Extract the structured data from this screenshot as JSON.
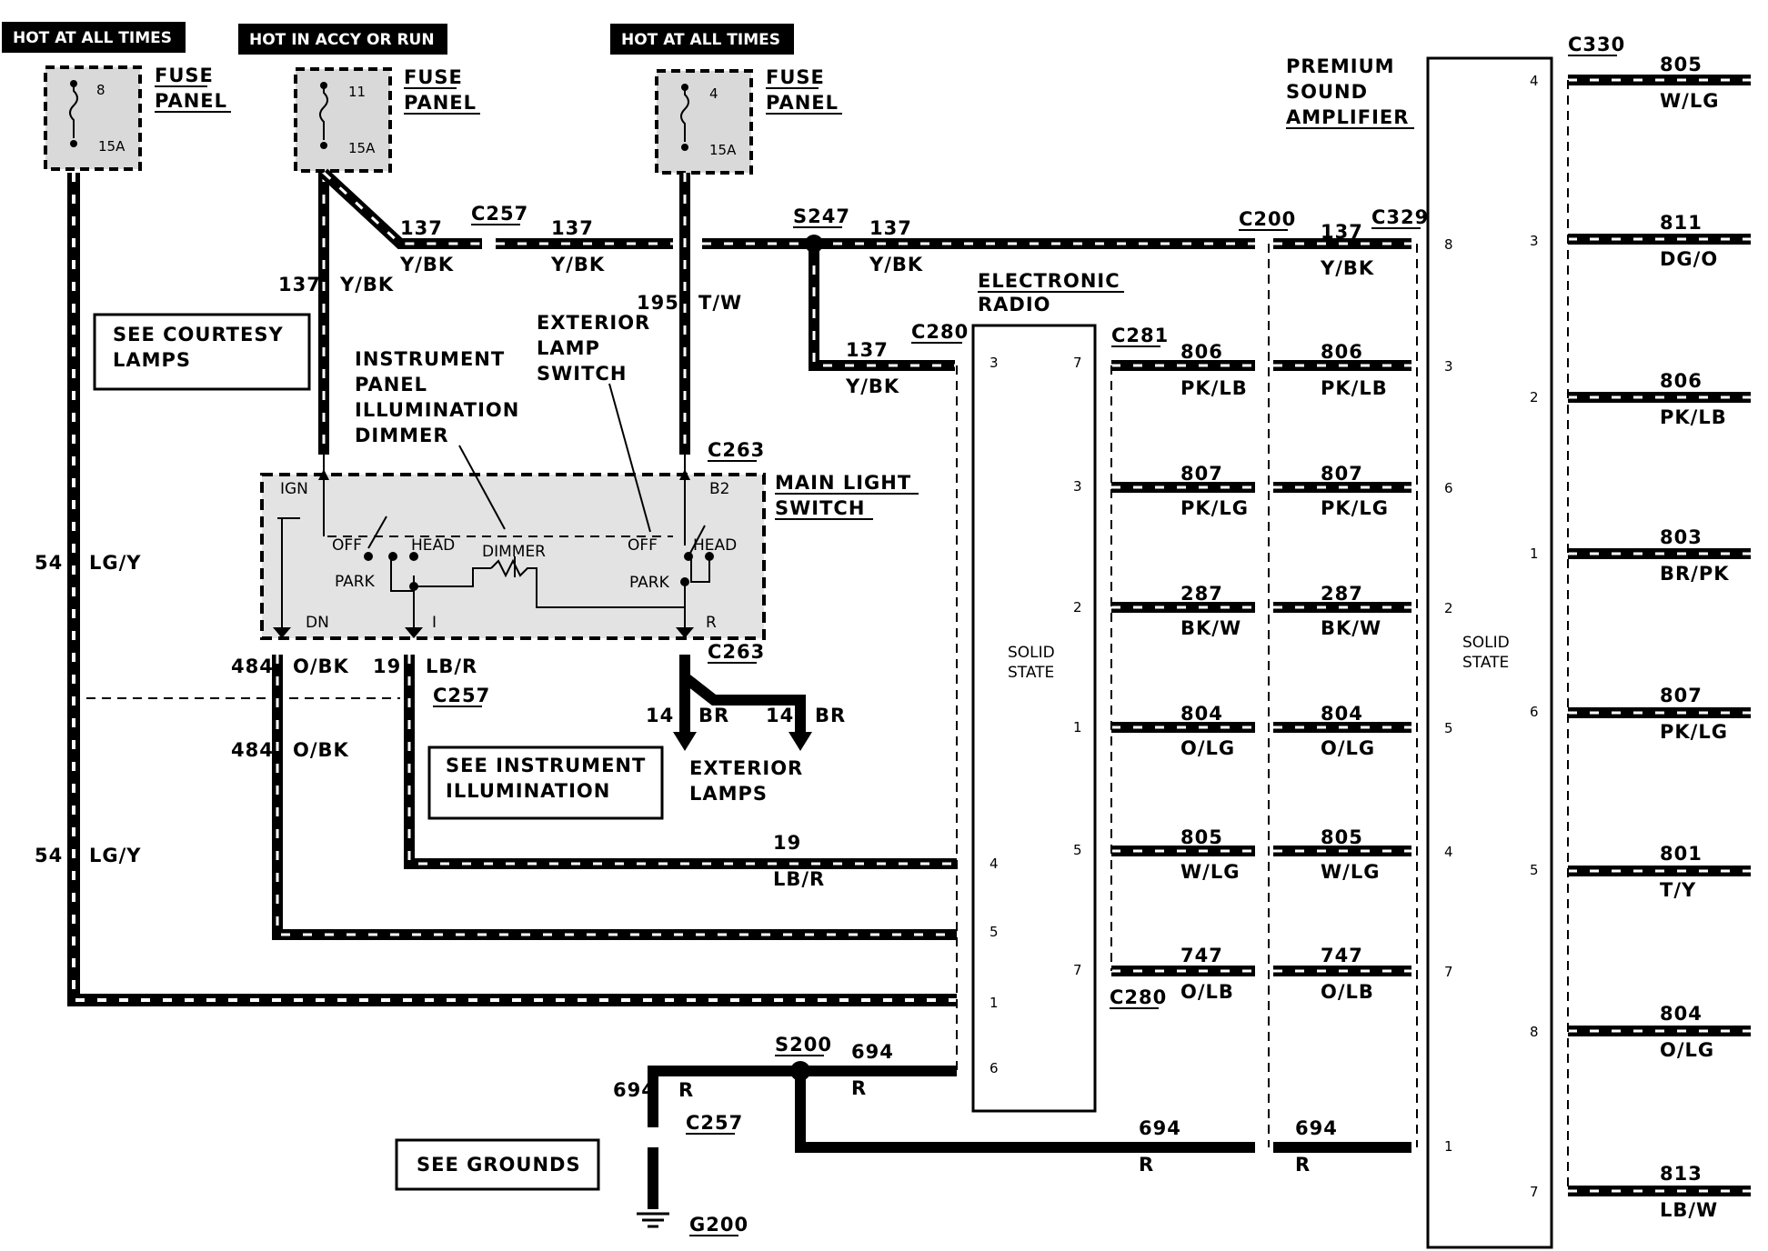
{
  "headers": {
    "left": "HOT AT ALL TIMES",
    "mid": "HOT IN ACCY OR RUN",
    "right": "HOT AT ALL TIMES"
  },
  "fuses": [
    {
      "label": "FUSE\nPANEL",
      "label1": "FUSE",
      "label2": "PANEL",
      "number": "8",
      "rating": "15A"
    },
    {
      "label1": "FUSE",
      "label2": "PANEL",
      "number": "11",
      "rating": "15A"
    },
    {
      "label1": "FUSE",
      "label2": "PANEL",
      "number": "4",
      "rating": "15A"
    }
  ],
  "notes": {
    "courtesy": [
      "SEE COURTESY",
      "LAMPS"
    ],
    "instrument": [
      "SEE INSTRUMENT",
      "ILLUMINATION"
    ],
    "grounds": "SEE GROUNDS"
  },
  "components": {
    "dimmer": [
      "INSTRUMENT",
      "PANEL",
      "ILLUMINATION",
      "DIMMER"
    ],
    "ext_switch": [
      "EXTERIOR",
      "LAMP",
      "SWITCH"
    ],
    "main_switch": [
      "MAIN LIGHT",
      "SWITCH"
    ],
    "radio": [
      "ELECTRONIC",
      "RADIO"
    ],
    "amplifier": [
      "PREMIUM",
      "SOUND",
      "AMPLIFIER"
    ],
    "exterior_lamps": [
      "EXTERIOR",
      "LAMPS"
    ],
    "solid_state": [
      "SOLID",
      "STATE"
    ]
  },
  "switch_labels": {
    "ign": "IGN",
    "off1": "OFF",
    "head1": "HEAD",
    "park1": "PARK",
    "dimmer": "DIMMER",
    "off2": "OFF",
    "head2": "HEAD",
    "park2": "PARK",
    "b2": "B2",
    "dn": "DN",
    "i": "I",
    "r": "R"
  },
  "connectors": {
    "c257": "C257",
    "c263": "C263",
    "c280": "C280",
    "c281": "C281",
    "c200": "C200",
    "c329": "C329",
    "c330": "C330",
    "s247": "S247",
    "s200": "S200",
    "g200": "G200"
  },
  "wires": {
    "w137": "137",
    "yb": "Y/BK",
    "w195": "195",
    "tw": "T/W",
    "w54": "54",
    "lgy": "LG/Y",
    "w484": "484",
    "obk": "O/BK",
    "w19": "19",
    "lbr": "LB/R",
    "w14": "14",
    "br": "BR",
    "w694": "694",
    "r": "R"
  },
  "radio_pins": [
    "3",
    "4",
    "5",
    "1",
    "6"
  ],
  "radio_right_pins": [
    "7",
    "3",
    "2",
    "1",
    "5",
    "7"
  ],
  "radio_amp_wires": [
    {
      "num": "806",
      "color": "PK/LB"
    },
    {
      "num": "807",
      "color": "PK/LG"
    },
    {
      "num": "287",
      "color": "BK/W"
    },
    {
      "num": "804",
      "color": "O/LG"
    },
    {
      "num": "805",
      "color": "W/LG"
    },
    {
      "num": "747",
      "color": "O/LB"
    }
  ],
  "amp_left_pins": [
    "8",
    "3",
    "6",
    "2",
    "5",
    "4",
    "7",
    "1"
  ],
  "amp_right_pins": [
    "4",
    "3",
    "2",
    "1",
    "6",
    "5",
    "8",
    "7"
  ],
  "outputs": [
    {
      "num": "805",
      "color": "W/LG"
    },
    {
      "num": "811",
      "color": "DG/O"
    },
    {
      "num": "806",
      "color": "PK/LB"
    },
    {
      "num": "803",
      "color": "BR/PK"
    },
    {
      "num": "807",
      "color": "PK/LG"
    },
    {
      "num": "801",
      "color": "T/Y"
    },
    {
      "num": "804",
      "color": "O/LG"
    },
    {
      "num": "813",
      "color": "LB/W"
    }
  ]
}
